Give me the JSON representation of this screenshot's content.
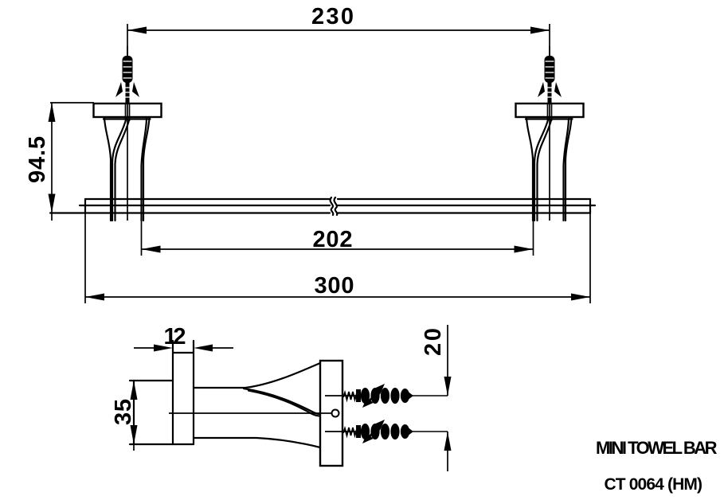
{
  "title_block": {
    "product_name": "MINI TOWEL BAR",
    "product_code": "CT 0064 (HM)"
  },
  "front_view": {
    "dim_screw_centers": "230",
    "dim_between_brackets": "202",
    "dim_overall_length": "300",
    "dim_height": "94.5"
  },
  "side_view": {
    "dim_bar_depth": "12",
    "dim_end_cap_height": "35",
    "dim_screw_spacing": "20"
  },
  "colors": {
    "line": "#000000",
    "background": "#ffffff"
  }
}
